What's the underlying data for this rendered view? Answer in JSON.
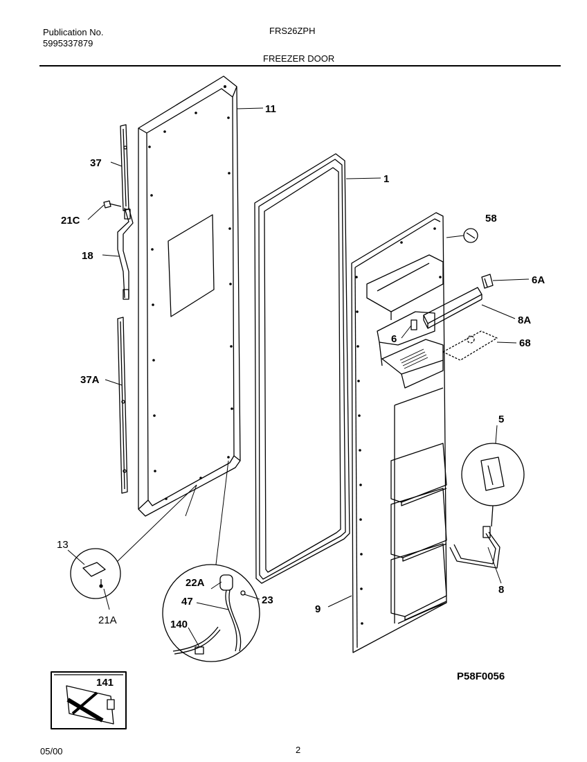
{
  "header": {
    "publication_label": "Publication No.",
    "publication_number": "5995337879",
    "model": "FRS26ZPH",
    "section_title": "FREEZER DOOR"
  },
  "callouts": {
    "c11": "11",
    "c1": "1",
    "c37": "37",
    "c21C": "21C",
    "c18": "18",
    "c37A": "37A",
    "c58": "58",
    "c6A": "6A",
    "c8A": "8A",
    "c6": "6",
    "c68": "68",
    "c5": "5",
    "c8": "8",
    "c9": "9",
    "c13": "13",
    "c21A": "21A",
    "c22A": "22A",
    "c47": "47",
    "c23": "23",
    "c140": "140",
    "c141": "141"
  },
  "diagram_id": "P58F0056",
  "footer": {
    "date": "05/00",
    "page": "2"
  }
}
